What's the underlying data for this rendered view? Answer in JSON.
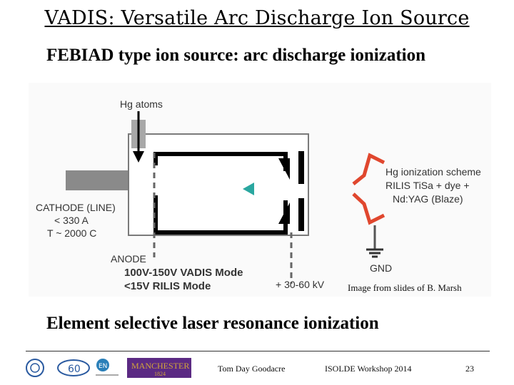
{
  "slide": {
    "title": "VADIS: Versatile Arc Discharge Ion Source",
    "subtitle": "FEBIAD type ion source: arc discharge ionization",
    "bottom_heading": "Element selective laser resonance ionization",
    "image_credit": "Image from slides of B. Marsh"
  },
  "diagram": {
    "hg_atoms": "Hg atoms",
    "cathode": "CATHODE (LINE)",
    "cathode_current": "< 330 A",
    "cathode_temp": "T ~ 2000 C",
    "anode": "ANODE",
    "vadis_mode": "100V-150V  VADIS Mode",
    "rilis_mode": "<15V RILIS Mode",
    "voltage": "+ 30-60 kV",
    "scheme_title": "Hg ionization scheme",
    "scheme_line1": "RILIS TiSa + dye +",
    "scheme_line2": "Nd:YAG (Blaze)",
    "gnd": "GND"
  },
  "footer": {
    "presenter": "Tom Day Goodacre",
    "event": "ISOLDE Workshop 2014",
    "page_number": "23",
    "logos": [
      "cern-logo",
      "cern-60-logo",
      "en-department-logo",
      "manchester-logo"
    ],
    "manchester_label": "MANCHESTER",
    "manchester_year": "1824"
  },
  "colors": {
    "beam_teal": "#2aa7a0",
    "beam_blue": "#3c6fb5",
    "laser_red": "#e0472e",
    "manchester_purple": "#5b2a83",
    "manchester_gold": "#d3a63a"
  }
}
